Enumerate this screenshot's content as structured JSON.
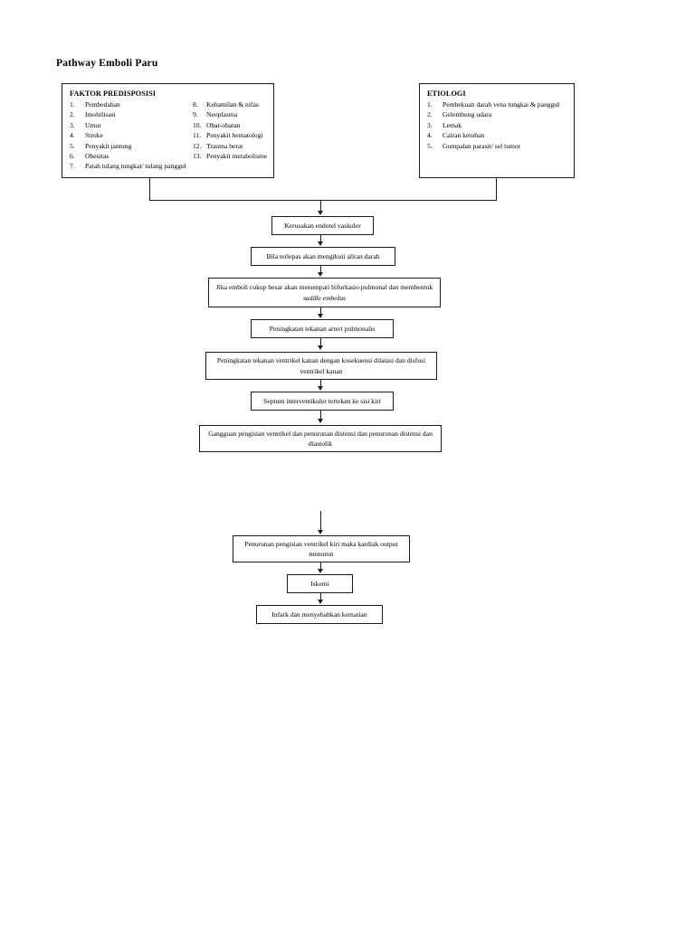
{
  "document": {
    "title": "Pathway Emboli Paru"
  },
  "predisposing_box": {
    "heading": "FAKTOR PREDISPOSISI",
    "left_column": [
      {
        "num": "1.",
        "label": "Pembedahan"
      },
      {
        "num": "2.",
        "label": "Imobilisasi"
      },
      {
        "num": "3.",
        "label": "Umur"
      },
      {
        "num": "4.",
        "label": "Stroke"
      },
      {
        "num": "5.",
        "label": "Penyakit jantung"
      },
      {
        "num": "6.",
        "label": "Obesitas"
      },
      {
        "num": "7.",
        "label": "Patah tulang tungkai/ tulang panggul"
      }
    ],
    "right_column": [
      {
        "num": "8.",
        "label": "Kehamilan & nifas"
      },
      {
        "num": "9.",
        "label": "Neoplasma"
      },
      {
        "num": "10.",
        "label": "Obat-obatan"
      },
      {
        "num": "11.",
        "label": "Penyakit hematologi"
      },
      {
        "num": "12.",
        "label": "Trauma berat"
      },
      {
        "num": "13.",
        "label": "Penyakit metabolisme"
      }
    ]
  },
  "etiology_box": {
    "heading": "ETIOLOGI",
    "items": [
      {
        "num": "1.",
        "label": "Pembekuan darah vena tungkai & panggul"
      },
      {
        "num": "2.",
        "label": "Gelembung udara"
      },
      {
        "num": "3.",
        "label": "Lemak"
      },
      {
        "num": "4.",
        "label": "Cairan ketuban"
      },
      {
        "num": "5.",
        "label": "Gumpalan parasit/ sel tumor"
      }
    ]
  },
  "flow": {
    "step_endothelial_damage": "Kerusakan endotel vaskuler",
    "step_follows_bloodstream": "Bila terlepas akan mengikuti aliran darah",
    "step_saddle_embolus_lead": "Jika emboli cukup besar akan menempati bifurkasio pulmonal dan membentuk ",
    "step_saddle_embolus_italic": "saddle embolus",
    "step_pulmonary_artery_pressure": "Peningkatan tekanan arteri pulmonalis",
    "step_right_ventricle_pressure": "Peningkatan tekanan ventrikel kanan dengan kosekuensi dilatasi dan disfusi ventrikel kanan",
    "step_septum_shift": "Septum interventikuler tertekan ke sisi kiri",
    "step_filling_disturbance": "Gangguan pengisian ventrikel dan penurunan distensi dan penurunan distensi dan diastolik",
    "step_cardiac_output": "Penurunan pengisian ventrikel kiri maka kardiak output menurun",
    "step_ischemia": "Iskemi",
    "step_infarction": "Infark dan menyebabkan kematian"
  },
  "colors": {
    "ink": "#1a1a1a",
    "paper": "#ffffff"
  }
}
